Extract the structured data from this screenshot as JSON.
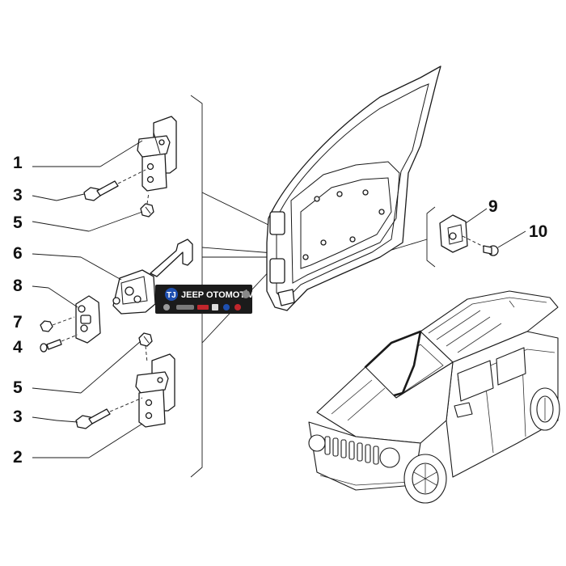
{
  "callouts": [
    {
      "id": "1",
      "label": "1"
    },
    {
      "id": "3a",
      "label": "3"
    },
    {
      "id": "5a",
      "label": "5"
    },
    {
      "id": "6",
      "label": "6"
    },
    {
      "id": "8",
      "label": "8"
    },
    {
      "id": "7",
      "label": "7"
    },
    {
      "id": "4",
      "label": "4"
    },
    {
      "id": "5b",
      "label": "5"
    },
    {
      "id": "3b",
      "label": "3"
    },
    {
      "id": "2",
      "label": "2"
    },
    {
      "id": "9",
      "label": "9"
    },
    {
      "id": "10",
      "label": "10"
    }
  ],
  "watermark": {
    "brand": "JEEP OTOMOTİV",
    "monogram": "TJ"
  },
  "colors": {
    "line": "#1a1a1a",
    "background": "#ffffff",
    "badge": "#1b1b1b",
    "accent_blue": "#1e4fb0",
    "accent_red": "#c0262c"
  }
}
